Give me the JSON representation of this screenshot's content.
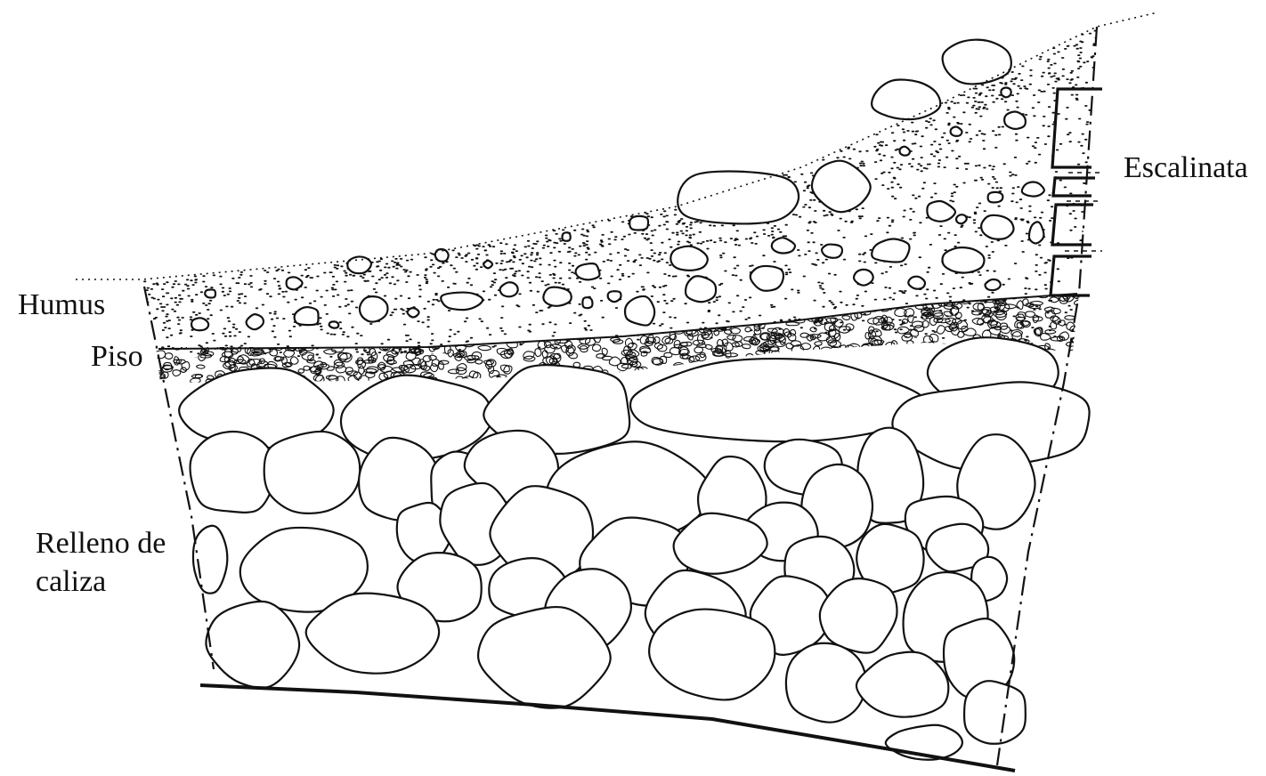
{
  "labels": {
    "humus": "Humus",
    "piso": "Piso",
    "relleno_line1": "Relleno de",
    "relleno_line2": "caliza",
    "escalinata": "Escalinata"
  }
}
